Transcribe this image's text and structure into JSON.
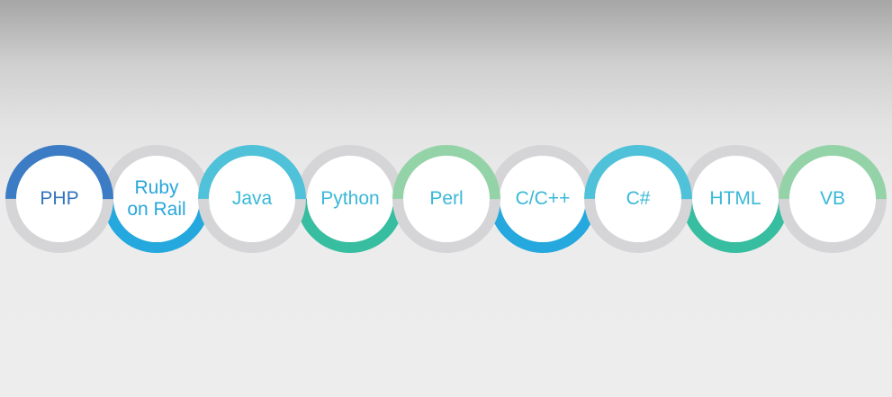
{
  "colors": {
    "dark_blue": "#3b7cc4",
    "sky_blue": "#24a8de",
    "cyan": "#4fc1d8",
    "teal": "#37bd9f",
    "mint": "#94d3a8",
    "gray": "#d5d5d7",
    "text_dark": "#3374bd",
    "text_light": "#39b3d8"
  },
  "circles": [
    {
      "label": "PHP",
      "top_color": "#3b7cc4",
      "bottom_color": "#d5d5d7",
      "text_color": "#3374bd"
    },
    {
      "label": "Ruby\non Rail",
      "top_color": "#d5d5d7",
      "bottom_color": "#24a8de",
      "text_color": "#29a6dc"
    },
    {
      "label": "Java",
      "top_color": "#4fc1d8",
      "bottom_color": "#d5d5d7",
      "text_color": "#39b8d7"
    },
    {
      "label": "Python",
      "top_color": "#d5d5d7",
      "bottom_color": "#37bd9f",
      "text_color": "#39b8d7"
    },
    {
      "label": "Perl",
      "top_color": "#94d3a8",
      "bottom_color": "#d5d5d7",
      "text_color": "#39b8d7"
    },
    {
      "label": "C/C++",
      "top_color": "#d5d5d7",
      "bottom_color": "#24a8de",
      "text_color": "#39b8d7"
    },
    {
      "label": "C#",
      "top_color": "#4fc1d8",
      "bottom_color": "#d5d5d7",
      "text_color": "#39b8d7"
    },
    {
      "label": "HTML",
      "top_color": "#d5d5d7",
      "bottom_color": "#37bd9f",
      "text_color": "#39b8d7"
    },
    {
      "label": "VB",
      "top_color": "#94d3a8",
      "bottom_color": "#d5d5d7",
      "text_color": "#39b8d7"
    }
  ]
}
